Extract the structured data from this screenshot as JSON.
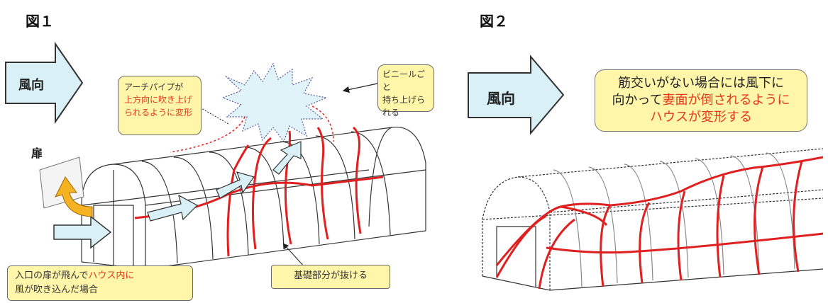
{
  "figures": {
    "fig1_title": "図１",
    "fig2_title": "図２"
  },
  "fig1": {
    "wind_label": "風向",
    "door_label": "扉",
    "arch_pipe_note": {
      "line1": "アーチパイプが",
      "line2": "上方向に吹き上げ",
      "line3": "られるように変形"
    },
    "vinyl_note": {
      "line1": "ビニールごと",
      "line2": "持ち上げら",
      "line3": "れる"
    },
    "entrance_note": {
      "part1": "入口の扉が飛んで",
      "part2": "ハウス内に",
      "part3": "風が吹き込んだ場合"
    },
    "foundation_note": "基礎部分が抜ける"
  },
  "fig2": {
    "wind_label": "風向",
    "note": {
      "part1": "筋交いがない場合には風下に",
      "part2": "向かって",
      "part3": "妻面が倒されるように",
      "part4": "ハウスが変形する"
    }
  },
  "colors": {
    "callout_fill": "#fff6a9",
    "arrow_fill": "#d9f0f7",
    "deform_red": "#e02020",
    "burst_fill": "#dff3f8",
    "door_arrow": "#f5b324"
  }
}
